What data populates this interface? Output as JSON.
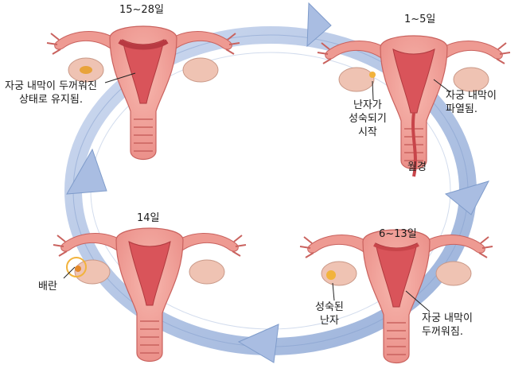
{
  "stages": [
    {
      "id": "day1-5",
      "day": "1~5일",
      "labels": {
        "ovum": "난자가\n성숙되기\n시작",
        "lining": "자궁 내막이\n파열됨.",
        "menstruation": "월경"
      }
    },
    {
      "id": "day6-13",
      "day": "6~13일",
      "labels": {
        "ovum": "성숙된\n난자",
        "lining": "자궁 내막이\n두꺼워짐."
      }
    },
    {
      "id": "day14",
      "day": "14일",
      "labels": {
        "ovulation": "배란"
      }
    },
    {
      "id": "day15-28",
      "day": "15~28일",
      "labels": {
        "lining": "자궁 내막이 두꺼워진\n상태로 유지됨."
      }
    }
  ],
  "colors": {
    "cycle_arrow": "#9bb4dd",
    "cycle_arrow_edge": "#7f9ccb",
    "uterus_outer": "#f0a09a",
    "uterus_inner": "#e56f6a",
    "lining": "#c8454a",
    "ovary": "#efc3b3",
    "ovum": "#f2b33c"
  }
}
